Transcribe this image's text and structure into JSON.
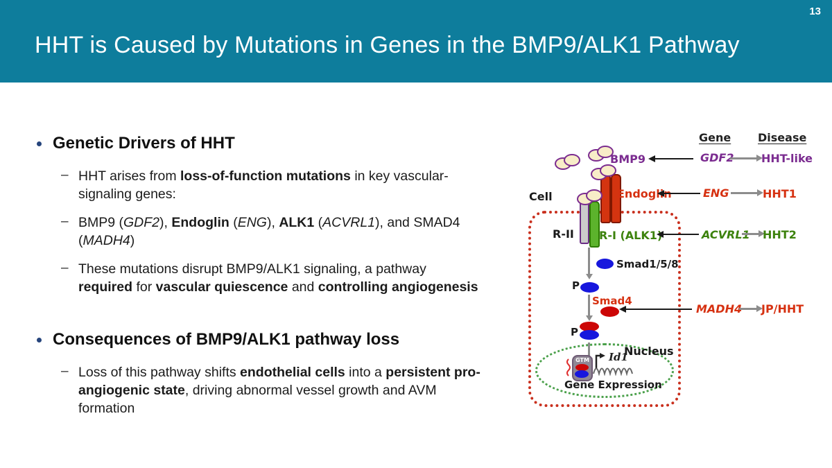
{
  "page_number": "13",
  "header": {
    "title": "HHT is Caused by Mutations in Genes in the BMP9/ALK1 Pathway"
  },
  "glyphs": {
    "dash": "–"
  },
  "colors": {
    "header_bar": "#0E7D9C",
    "accent_purple": "#7B2C90",
    "accent_red": "#D63111",
    "accent_green": "#3C820C",
    "smad_blue": "#1717DD",
    "smad_red": "#CC0606",
    "cell_border": "#C9301E",
    "nucleus_border": "#4AA04A"
  },
  "content": {
    "sections": [
      {
        "heading": "Genetic Drivers of HHT",
        "bullets": [
          {
            "segments": [
              {
                "t": "HHT arises from "
              },
              {
                "t": "loss-of-function mutations",
                "b": true
              },
              {
                "t": " in key vascular-"
              },
              {
                "br": true
              },
              {
                "t": "signaling genes:"
              }
            ]
          },
          {
            "segments": [
              {
                "t": "BMP9 ("
              },
              {
                "t": "GDF2",
                "i": true
              },
              {
                "t": "), "
              },
              {
                "t": "Endoglin",
                "b": true
              },
              {
                "t": " ("
              },
              {
                "t": "ENG",
                "i": true
              },
              {
                "t": "), "
              },
              {
                "t": "ALK1",
                "b": true
              },
              {
                "t": " ("
              },
              {
                "t": "ACVRL1",
                "i": true
              },
              {
                "t": "), and SMAD4"
              },
              {
                "br": true
              },
              {
                "t": "("
              },
              {
                "t": "MADH4",
                "i": true
              },
              {
                "t": ")"
              }
            ]
          },
          {
            "segments": [
              {
                "t": "These mutations disrupt BMP9/ALK1 signaling, a pathway"
              },
              {
                "br": true
              },
              {
                "t": "required",
                "b": true
              },
              {
                "t": " for "
              },
              {
                "t": "vascular quiescence",
                "b": true
              },
              {
                "t": " and "
              },
              {
                "t": "controlling angiogenesis",
                "b": true
              }
            ]
          }
        ]
      },
      {
        "heading": "Consequences of BMP9/ALK1 pathway loss",
        "bullets": [
          {
            "segments": [
              {
                "t": "Loss of this pathway shifts "
              },
              {
                "t": "endothelial cells",
                "b": true
              },
              {
                "t": " into a "
              },
              {
                "t": "persistent pro-",
                "b": true
              },
              {
                "br": true
              },
              {
                "t": "angiogenic state",
                "b": true
              },
              {
                "t": ", driving abnormal vessel growth and AVM"
              },
              {
                "br": true
              },
              {
                "t": "formation"
              }
            ]
          }
        ]
      }
    ]
  },
  "diagram": {
    "column_headers": {
      "gene": "Gene",
      "disease": "Disease"
    },
    "rows": [
      {
        "gene": "GDF2",
        "disease": "HHT-like"
      },
      {
        "gene": "ENG",
        "disease": "HHT1"
      },
      {
        "gene": "ACVRL1",
        "disease": "HHT2"
      },
      {
        "gene": "MADH4",
        "disease": "JP/HHT"
      }
    ],
    "labels": {
      "bmp9": "BMP9",
      "endoglin": "Endoglin",
      "cell": "Cell",
      "r2": "R-II",
      "r1": "R-I (ALK1)",
      "smad158": "Smad1/5/8",
      "smad4": "Smad4",
      "p": "P",
      "nucleus": "Nucleus",
      "gtm": "GTM",
      "id1": "Id1",
      "gene_expression": "Gene Expression"
    }
  }
}
